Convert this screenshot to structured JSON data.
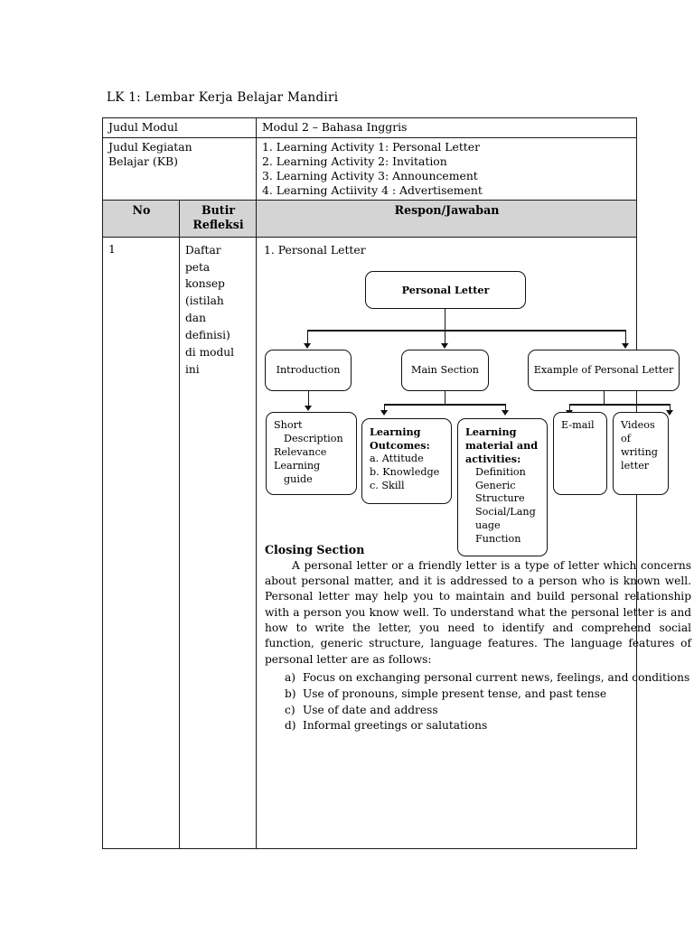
{
  "document": {
    "title": "LK 1: Lembar Kerja Belajar Mandiri"
  },
  "meta_table": {
    "rows": [
      {
        "label": "Judul Modul",
        "value_lines": [
          "Modul 2 – Bahasa Inggris"
        ]
      },
      {
        "label_lines": [
          "Judul Kegiatan",
          "Belajar (KB)"
        ],
        "value_lines": [
          "1. Learning Activity 1: Personal Letter",
          "2. Learning Activity 2: Invitation",
          "3. Learning Activity 3: Announcement",
          "4. Learning Actiivity 4 : Advertisement"
        ]
      }
    ]
  },
  "reflection_table": {
    "headers": {
      "no": "No",
      "butir_line1": "Butir",
      "butir_line2": "Refleksi",
      "respon": "Respon/Jawaban"
    },
    "row": {
      "no": "1",
      "butir_lines": [
        "Daftar",
        "peta",
        "konsep",
        "(istilah",
        "dan",
        "definisi)",
        "di modul",
        "ini"
      ],
      "respon_heading": "1.  Personal Letter"
    }
  },
  "flowchart": {
    "root": "Personal Letter",
    "level2": [
      "Introduction",
      "Main Section",
      "Example of Personal Letter"
    ],
    "introduction_detail": {
      "lines": [
        "Short",
        "Description",
        "Relevance",
        "Learning",
        "guide"
      ]
    },
    "learning_outcomes": {
      "title_lines": [
        "Learning",
        "Outcomes:"
      ],
      "items": [
        "a. Attitude",
        "b. Knowledge",
        "c. Skill"
      ]
    },
    "learning_material": {
      "title_lines": [
        "Learning",
        "material and",
        "activities:"
      ],
      "items": [
        "Definition",
        "Generic",
        "Structure",
        "Social/Lang",
        "uage",
        "Function"
      ]
    },
    "example_children": [
      {
        "lines": [
          "E-mail"
        ]
      },
      {
        "lines": [
          "Videos",
          "of",
          "writing",
          "letter"
        ]
      }
    ]
  },
  "closing": {
    "heading": "Closing Section",
    "paragraph": "A personal letter or a friendly letter is a type of letter which concerns about personal matter, and it is addressed to a person who is known well. Personal letter may help you to maintain and build personal relationship with a person you know well. To understand what the personal letter is and how to write the letter, you need to identify and comprehend social function, generic structure, language features. The language features of personal letter are as follows:",
    "items": [
      {
        "marker": "a)",
        "text": "Focus on exchanging personal current news, feelings, and conditions"
      },
      {
        "marker": "b)",
        "text": "Use of pronouns, simple present tense, and past tense"
      },
      {
        "marker": "c)",
        "text": "Use of date and address"
      },
      {
        "marker": "d)",
        "text": "Informal greetings or salutations"
      }
    ]
  },
  "colors": {
    "header_band": "#d4d4d4",
    "border": "#1a1a1a",
    "text": "#000000"
  }
}
